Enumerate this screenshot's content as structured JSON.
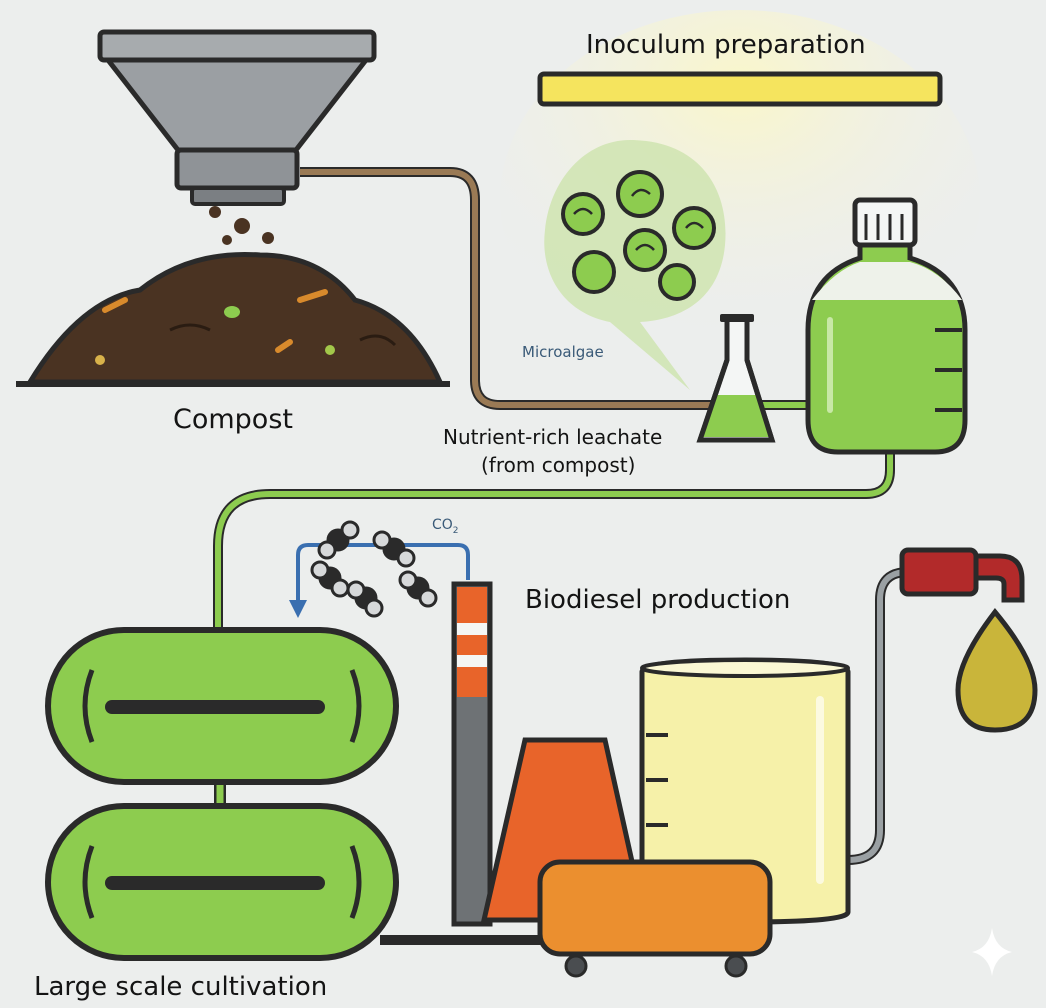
{
  "labels": {
    "inoculum": "Inoculum preparation",
    "compost": "Compost",
    "leachate_line1": "Nutrient-rich leachate",
    "leachate_line2": "(from compost)",
    "microalgae": "Microalgae",
    "co2_main": "CO",
    "co2_sub": "2",
    "biodiesel": "Biodiesel production",
    "large_scale": "Large scale cultivation"
  },
  "colors": {
    "background": "#eceeed",
    "outline": "#2a2a2a",
    "compost": "#4a3322",
    "leachate_pipe": "#9a7a55",
    "algae_green": "#8dcc4f",
    "lamp_yellow": "#f5e45e",
    "tank_yellow": "#f6f1a9",
    "reactor_orange": "#e8642a",
    "oil_drop": "#c9b53a",
    "tap_red": "#b22a2a",
    "co2_arrow": "#3a6fb0"
  },
  "icons": [
    "hopper-icon",
    "compost-pile-icon",
    "grow-lamp-icon",
    "microalgae-cell-icon",
    "flask-icon",
    "culture-bottle-icon",
    "photobioreactor-icon",
    "co2-molecule-icon",
    "chimney-icon",
    "reactor-cone-icon",
    "storage-tank-icon",
    "fuel-tap-icon",
    "oil-drop-icon"
  ]
}
